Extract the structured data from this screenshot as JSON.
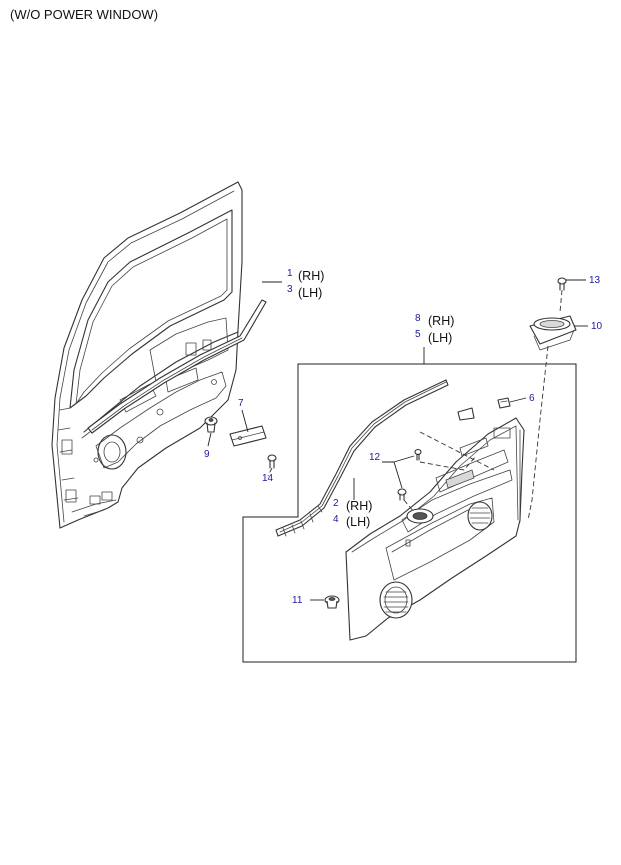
{
  "header": {
    "title": "(W/O POWER WINDOW)"
  },
  "callouts": {
    "c1": "1",
    "c2": "2",
    "c3": "3",
    "c4": "4",
    "c5": "5",
    "c6": "6",
    "c7": "7",
    "c8": "8",
    "c9": "9",
    "c10": "10",
    "c11": "11",
    "c12": "12",
    "c13": "13",
    "c14": "14"
  },
  "side_labels": {
    "rh": "(RH)",
    "lh": "(LH)"
  }
}
